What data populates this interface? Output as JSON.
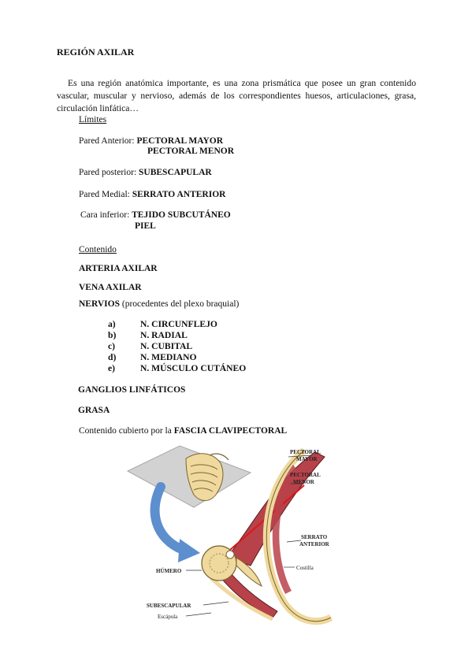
{
  "title": "REGIÓN AXILAR",
  "intro": "Es una región anatómica importante, es una zona prismática que posee un gran contenido vascular, muscular y nervioso, además de los correspondientes huesos, articulaciones, grasa, circulación linfática…",
  "limits": {
    "heading": "Límites",
    "anterior_label": "Pared Anterior: ",
    "anterior_1": "PECTORAL MAYOR",
    "anterior_2": "PECTORAL MENOR",
    "posterior_label": "Pared posterior: ",
    "posterior": "SUBESCAPULAR",
    "medial_label": "Pared Medial: ",
    "medial": "SERRATO ANTERIOR",
    "inferior_label": "Cara inferior: ",
    "inferior_1": "TEJIDO SUBCUTÁNEO",
    "inferior_2": "PIEL"
  },
  "content": {
    "heading": "Contenido",
    "artery": "ARTERIA AXILAR",
    "vein": "VENA AXILAR",
    "nerves_label": "NERVIOS",
    "nerves_note": " (procedentes del plexo braquial)",
    "nerves": [
      {
        "letter": "a)",
        "name": "N. CIRCUNFLEJO"
      },
      {
        "letter": "b)",
        "name": "N. RADIAL"
      },
      {
        "letter": "c)",
        "name": "N. CUBITAL"
      },
      {
        "letter": "d)",
        "name": "N. MEDIANO"
      },
      {
        "letter": "e)",
        "name": "N. MÚSCULO CUTÁNEO"
      }
    ],
    "lymph": "GANGLIOS LINFÁTICOS",
    "fat": "GRASA",
    "fascia_prefix": "Contenido cubierto por la ",
    "fascia": "FASCIA CLAVIPECTORAL"
  },
  "figure": {
    "labels": {
      "pectoral_mayor_1": "PECTORAL",
      "pectoral_mayor_2": "MAYOR",
      "pectoral_menor_1": "PECTORAL",
      "pectoral_menor_2": "MENOR",
      "serrato_1": "SERRATO",
      "serrato_2": "ANTERIOR",
      "costilla": "Costilla",
      "humero": "HÚMERO",
      "subescapular": "SUBESCAPULAR",
      "escapula": "Escápula"
    },
    "colors": {
      "muscle": "#b8424a",
      "bone": "#efd99e",
      "arrow": "#5d8fcf",
      "plane": "#b9b9b9",
      "red_line": "#d9181c"
    }
  }
}
